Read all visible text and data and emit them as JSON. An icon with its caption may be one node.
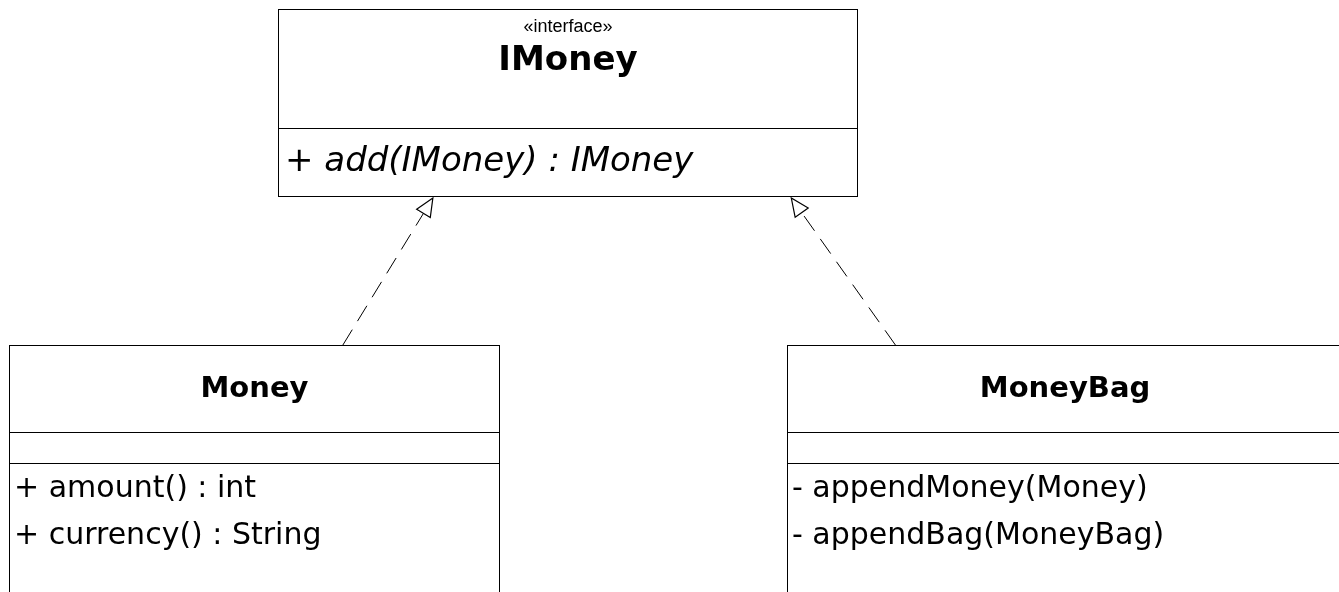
{
  "diagram": {
    "nodes": [
      {
        "text": [
          "«interface»",
          "IMoney",
          "+ add(IMoney) : IMoney"
        ]
      },
      {
        "text": [
          "Money",
          "+ amount() : int",
          "+ currency() : String"
        ]
      },
      {
        "text": [
          "MoneyBag",
          "- appendMoney(Money)",
          "- appendBag(MoneyBag)"
        ]
      }
    ],
    "edges": [
      {
        "from": 1,
        "to": 0,
        "arrow": "to",
        "style": "dashed"
      },
      {
        "from": 2,
        "to": 0,
        "arrow": "to",
        "style": "dashed"
      }
    ]
  }
}
